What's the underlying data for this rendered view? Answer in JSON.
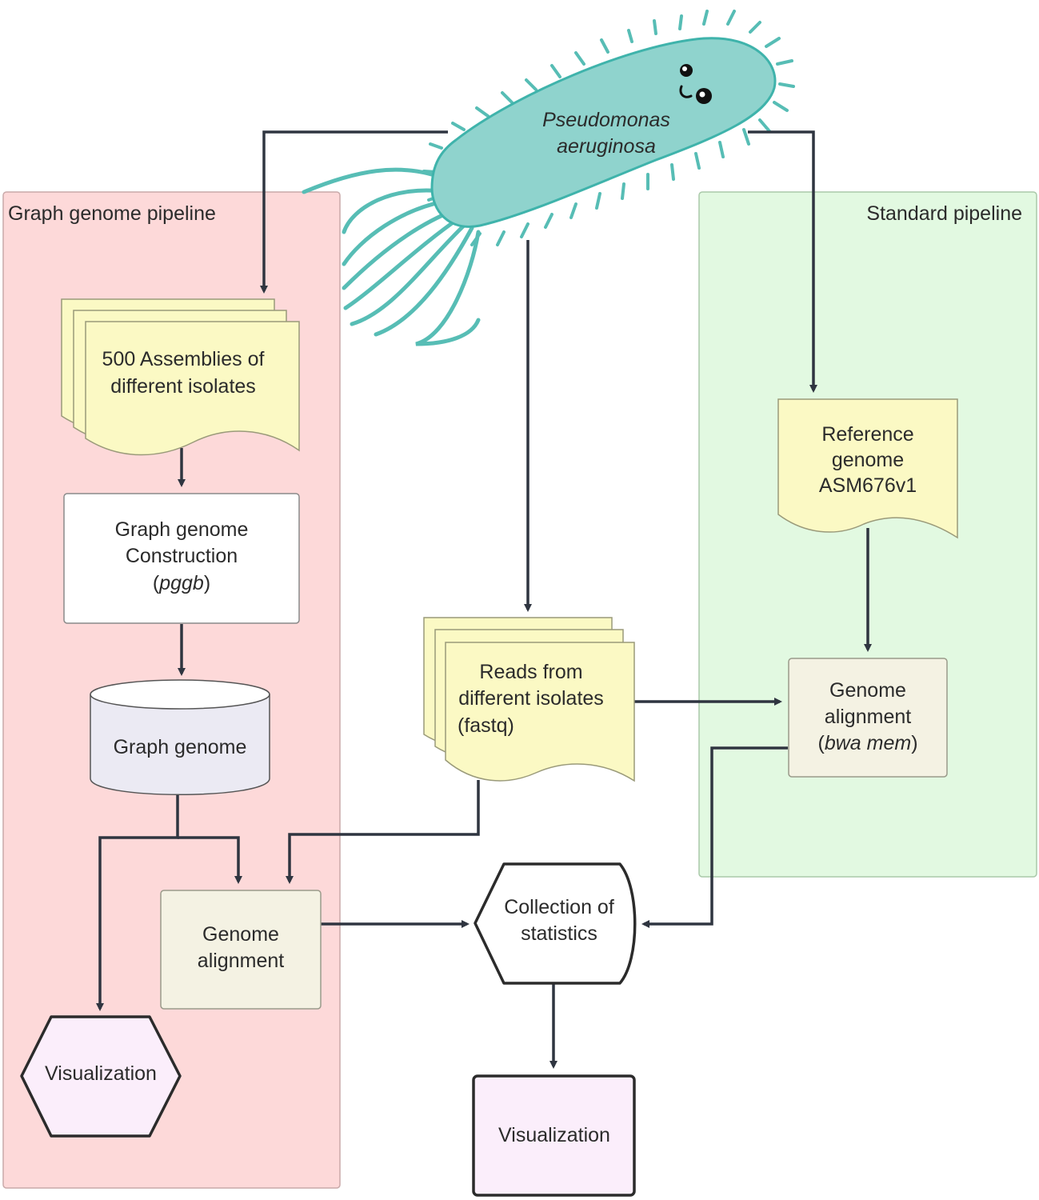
{
  "organism": {
    "line1": "Pseudomonas",
    "line2": "aeruginosa"
  },
  "regions": {
    "graph_pipeline": {
      "title": "Graph genome pipeline",
      "color": "#fdd9d9"
    },
    "standard_pipeline": {
      "title": "Standard pipeline",
      "color": "#e2f9e1"
    }
  },
  "nodes": {
    "assemblies": {
      "line1": "500 Assemblies of",
      "line2": "different isolates"
    },
    "graph_construction": {
      "line1": "Graph genome",
      "line2": "Construction",
      "line3_open": "(",
      "line3_tool": "pggb",
      "line3_close": ")"
    },
    "graph_genome": {
      "label": "Graph genome"
    },
    "graph_alignment": {
      "line1": "Genome",
      "line2": "alignment"
    },
    "visualization_left": {
      "label": "Visualization"
    },
    "reads": {
      "line1": "Reads from",
      "line2": "different isolates",
      "line3": "(fastq)"
    },
    "collection": {
      "line1": "Collection of",
      "line2": "statistics"
    },
    "visualization_bottom": {
      "label": "Visualization"
    },
    "reference": {
      "line1": "Reference",
      "line2": "genome",
      "line3": "ASM676v1"
    },
    "std_alignment": {
      "line1": "Genome",
      "line2": "alignment",
      "line3_open": "(",
      "line3_tool": "bwa mem",
      "line3_close": ")"
    }
  },
  "colors": {
    "document_fill": "#fbf9c4",
    "process_fill": "#ffffff",
    "database_fill": "#ebeaf3",
    "alignment_fill": "#f4f2e3",
    "visualization_fill": "#fbeefb",
    "bacterium_fill": "#8fd3cd",
    "bacterium_stroke": "#3fb3ab",
    "arrow": "#2f3540"
  }
}
